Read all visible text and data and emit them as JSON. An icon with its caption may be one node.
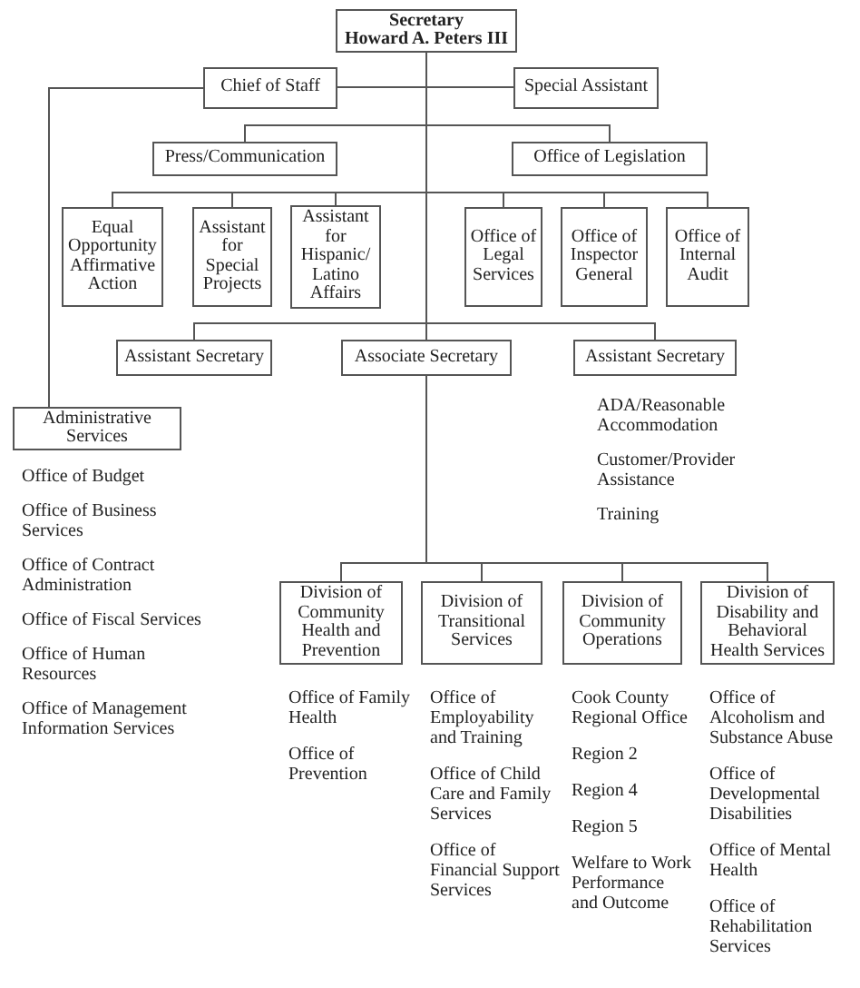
{
  "diagram": {
    "nodes": [
      {
        "text": [
          "Secretary",
          "Howard A. Peters III"
        ]
      },
      {
        "text": [
          "Chief of Staff"
        ]
      },
      {
        "text": [
          "Special Assistant"
        ]
      },
      {
        "text": [
          "Press/Communication"
        ]
      },
      {
        "text": [
          "Office of Legislation"
        ]
      },
      {
        "text": [
          "Equal Opportunity Affirmative Action"
        ]
      },
      {
        "text": [
          "Assistant for Special Projects"
        ]
      },
      {
        "text": [
          "Assistant for Hispanic/ Latino Affairs"
        ]
      },
      {
        "text": [
          "Office of Legal Services"
        ]
      },
      {
        "text": [
          "Office of Inspector General"
        ]
      },
      {
        "text": [
          "Office of Internal Audit"
        ]
      },
      {
        "text": [
          "Assistant Secretary"
        ]
      },
      {
        "text": [
          "Associate Secretary"
        ]
      },
      {
        "text": [
          "Assistant Secretary"
        ],
        "beside": [
          "ADA/Reasonable Accommodation",
          "Customer/Provider Assistance",
          "Training"
        ]
      },
      {
        "text": [
          "Administrative Services"
        ],
        "beside": [
          "Office of Budget",
          "Office of Business Services",
          "Office of Contract Administration",
          "Office of Fiscal Services",
          "Office of Human Resources",
          "Office of Management Information Services"
        ]
      },
      {
        "text": [
          "Division of Community Health and Prevention"
        ],
        "beside": [
          "Office of Family Health",
          "Office of Prevention"
        ]
      },
      {
        "text": [
          "Division of Transitional Services"
        ],
        "beside": [
          "Office of Employability and Training",
          "Office of Child Care and Family Services",
          "Office of Financial Support Services"
        ]
      },
      {
        "text": [
          "Division of Community Operations"
        ],
        "beside": [
          "Cook County Regional Office",
          "Region 2",
          "Region 4",
          "Region 5",
          "Welfare to Work Performance and Outcome"
        ]
      },
      {
        "text": [
          "Division of Disability and Behavioral Health Services"
        ],
        "beside": [
          "Office of Alcoholism and Substance Abuse",
          "Office of Developmental Disabilities",
          "Office of Mental Health",
          "Office of Rehabilitation Services"
        ]
      }
    ],
    "edges": [
      {
        "from": 0,
        "to": 1,
        "arrow": "none"
      },
      {
        "from": 0,
        "to": 2,
        "arrow": "none"
      },
      {
        "from": 0,
        "to": 3,
        "arrow": "none"
      },
      {
        "from": 0,
        "to": 4,
        "arrow": "none"
      },
      {
        "from": 0,
        "to": 5,
        "arrow": "none"
      },
      {
        "from": 0,
        "to": 6,
        "arrow": "none"
      },
      {
        "from": 0,
        "to": 7,
        "arrow": "none"
      },
      {
        "from": 0,
        "to": 8,
        "arrow": "none"
      },
      {
        "from": 0,
        "to": 9,
        "arrow": "none"
      },
      {
        "from": 0,
        "to": 10,
        "arrow": "none"
      },
      {
        "from": 0,
        "to": 11,
        "arrow": "none"
      },
      {
        "from": 0,
        "to": 12,
        "arrow": "none"
      },
      {
        "from": 0,
        "to": 13,
        "arrow": "none"
      },
      {
        "from": 1,
        "to": 14,
        "arrow": "none"
      },
      {
        "from": 12,
        "to": 15,
        "arrow": "none"
      },
      {
        "from": 12,
        "to": 16,
        "arrow": "none"
      },
      {
        "from": 12,
        "to": 17,
        "arrow": "none"
      },
      {
        "from": 12,
        "to": 18,
        "arrow": "none"
      }
    ]
  }
}
